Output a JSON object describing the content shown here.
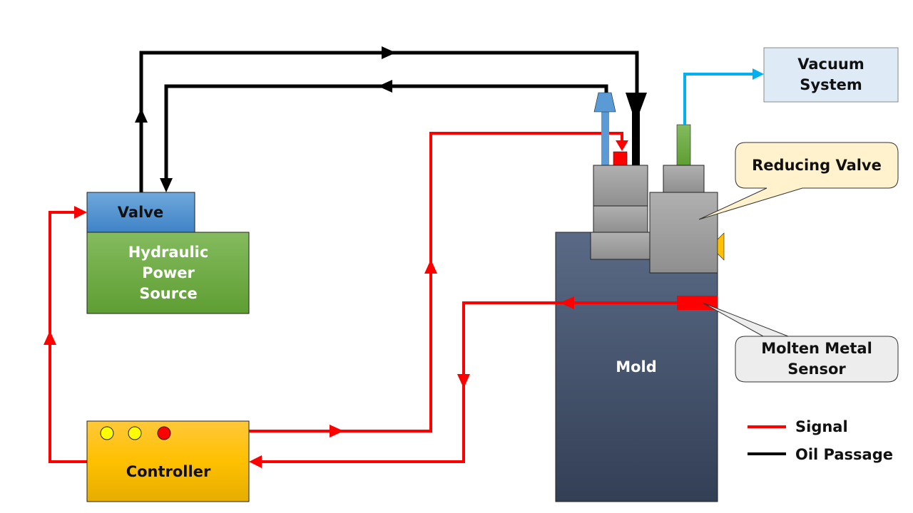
{
  "labels": {
    "valve": "Valve",
    "hydraulic": [
      "Hydraulic",
      "Power",
      "Source"
    ],
    "controller": "Controller",
    "mold": "Mold",
    "vacuum": [
      "Vacuum",
      "System"
    ],
    "reducing_valve": "Reducing Valve",
    "sensor": [
      "Molten Metal",
      "Sensor"
    ]
  },
  "legend": [
    {
      "label": "Signal",
      "color": "#ff0000"
    },
    {
      "label": "Oil Passage",
      "color": "#000000"
    }
  ],
  "controller_lamps": [
    "#ffff00",
    "#ffff00",
    "#ff0000"
  ],
  "colors": {
    "signal": "#ff0000",
    "oil": "#000000",
    "vacuum_line": "#00b0f0",
    "valve_box": "#5b9bd5",
    "hydraulic_box": "#70ad47",
    "controller_box": "#ffc000",
    "mold": "#44546a",
    "vacuum_box": "#deebf7",
    "callout_reducing": "#fff2cc",
    "callout_sensor": "#ededed"
  }
}
